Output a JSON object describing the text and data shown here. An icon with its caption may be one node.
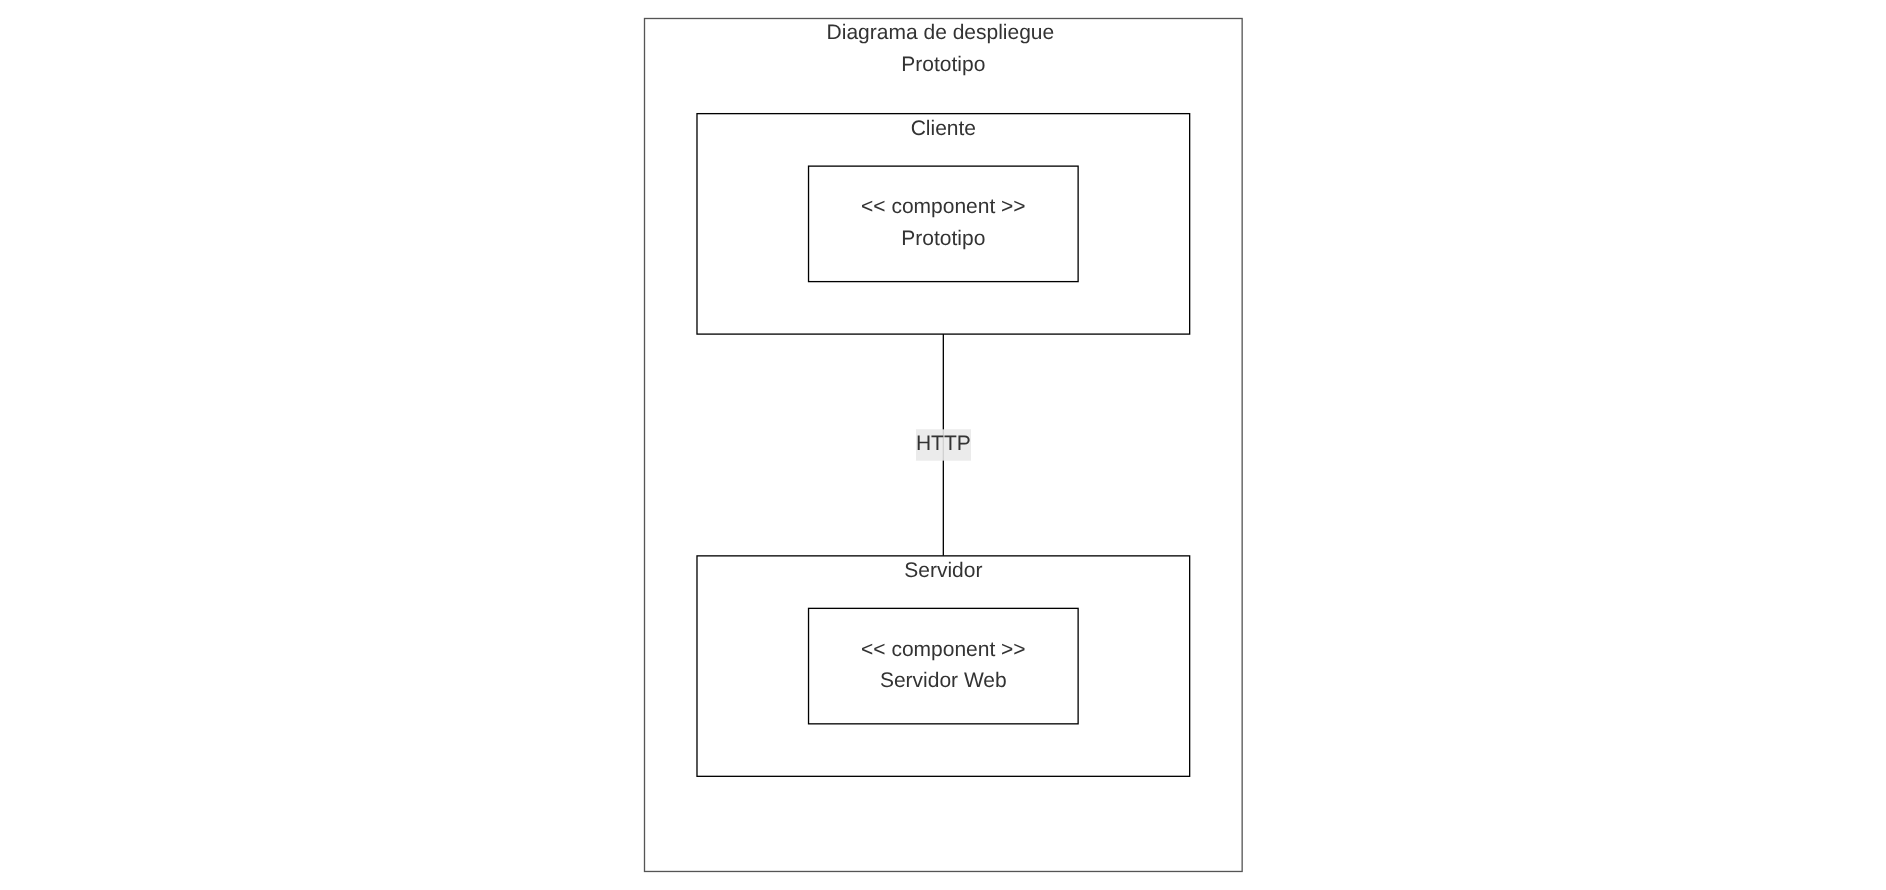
{
  "diagram": {
    "nodes": [
      {
        "text": [
          "Diagrama de despliegue Prototipo"
        ]
      },
      {
        "text": [
          "Cliente"
        ],
        "in": 0
      },
      {
        "text": [
          "<< component >>",
          "Prototipo"
        ],
        "in": 1
      },
      {
        "text": [
          "Servidor"
        ],
        "in": 0
      },
      {
        "text": [
          "<< component >>",
          "Servidor Web"
        ],
        "in": 3
      }
    ],
    "edges": [
      {
        "from": 1,
        "to": 3,
        "arrow": "none",
        "label": "HTTP"
      }
    ]
  }
}
